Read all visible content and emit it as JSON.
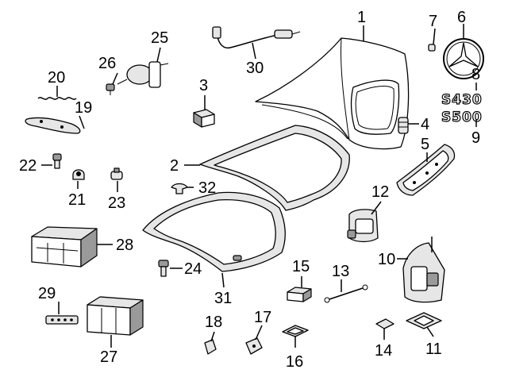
{
  "callouts": [
    {
      "id": "1",
      "label": "1"
    },
    {
      "id": "2",
      "label": "2"
    },
    {
      "id": "3",
      "label": "3"
    },
    {
      "id": "4",
      "label": "4"
    },
    {
      "id": "5",
      "label": "5"
    },
    {
      "id": "6",
      "label": "6"
    },
    {
      "id": "7",
      "label": "7"
    },
    {
      "id": "8",
      "label": "8"
    },
    {
      "id": "9",
      "label": "9"
    },
    {
      "id": "10",
      "label": "10"
    },
    {
      "id": "11",
      "label": "11"
    },
    {
      "id": "12",
      "label": "12"
    },
    {
      "id": "13",
      "label": "13"
    },
    {
      "id": "14",
      "label": "14"
    },
    {
      "id": "15",
      "label": "15"
    },
    {
      "id": "16",
      "label": "16"
    },
    {
      "id": "17",
      "label": "17"
    },
    {
      "id": "18",
      "label": "18"
    },
    {
      "id": "19",
      "label": "19"
    },
    {
      "id": "20",
      "label": "20"
    },
    {
      "id": "21",
      "label": "21"
    },
    {
      "id": "22",
      "label": "22"
    },
    {
      "id": "23",
      "label": "23"
    },
    {
      "id": "24",
      "label": "24"
    },
    {
      "id": "25",
      "label": "25"
    },
    {
      "id": "26",
      "label": "26"
    },
    {
      "id": "27",
      "label": "27"
    },
    {
      "id": "28",
      "label": "28"
    },
    {
      "id": "29",
      "label": "29"
    },
    {
      "id": "30",
      "label": "30"
    },
    {
      "id": "31",
      "label": "31"
    },
    {
      "id": "32",
      "label": "32"
    }
  ],
  "emblems": {
    "badge_s430": "S430",
    "badge_s500": "S500",
    "star_logo": "three-pointed-star-icon"
  },
  "colors": {
    "ink": "#000000",
    "background": "#ffffff",
    "fill_light": "#e6e6e6",
    "fill_dark": "#9a9a9a"
  }
}
